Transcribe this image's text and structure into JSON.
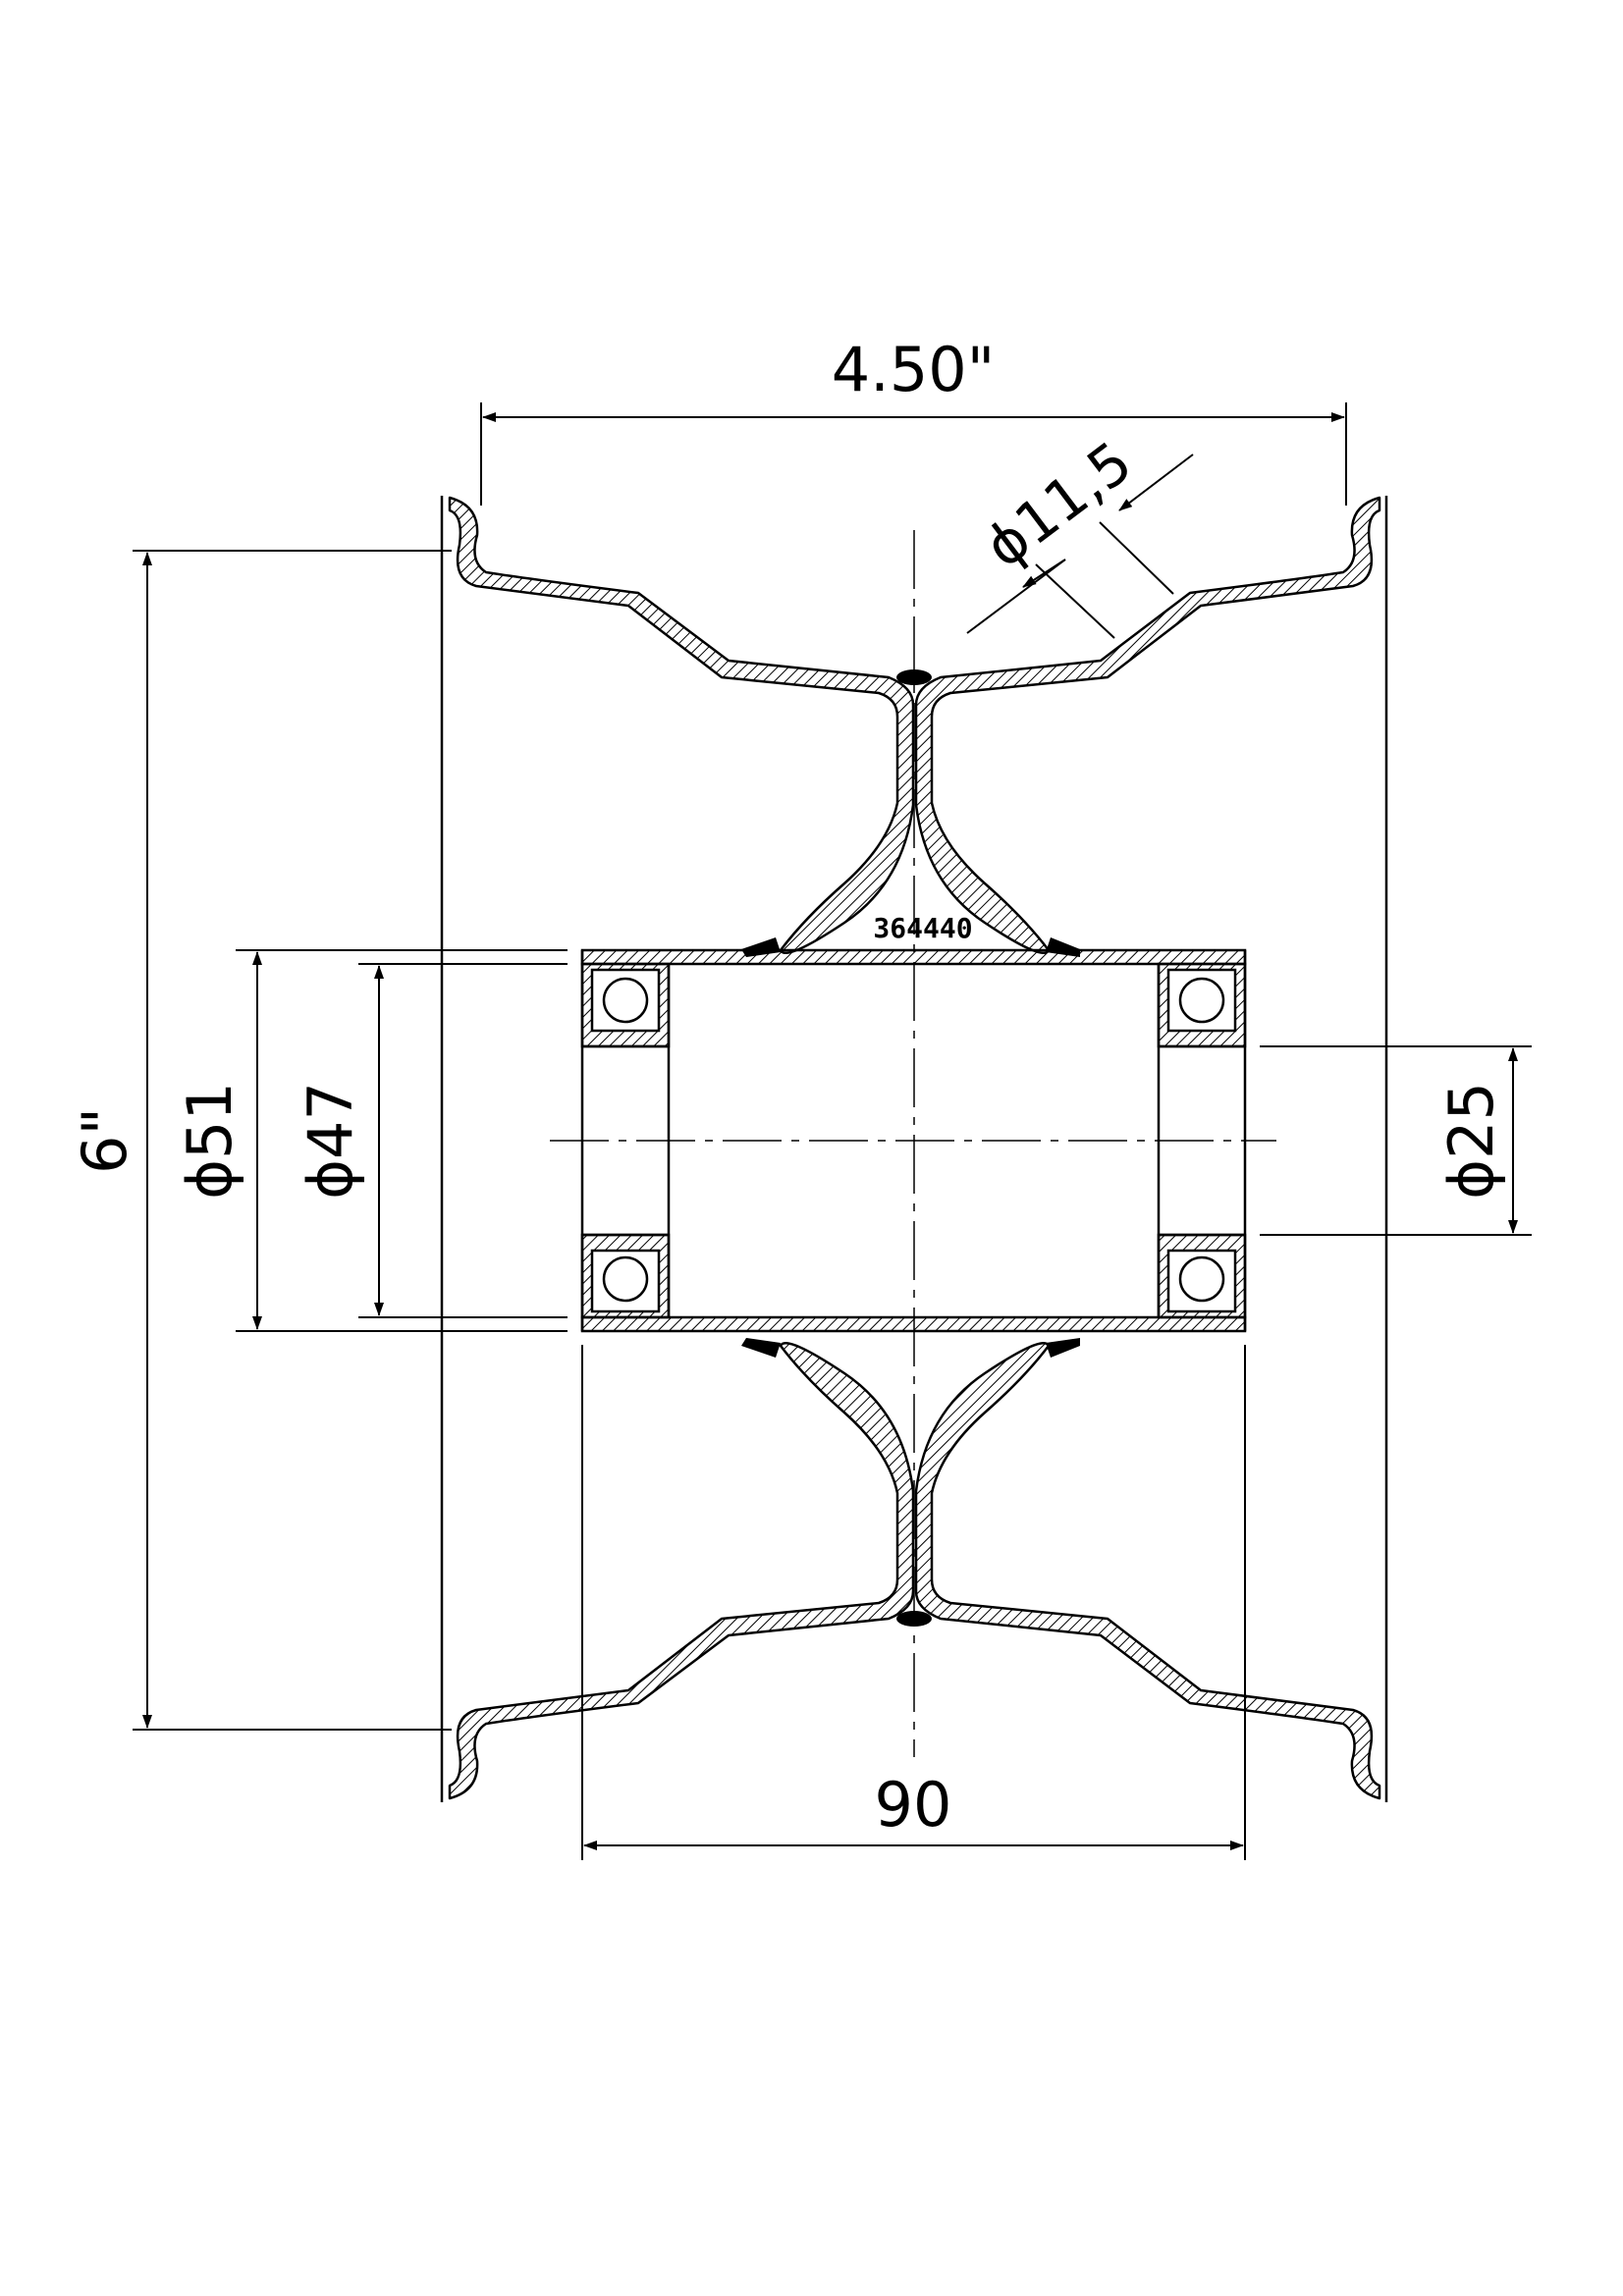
{
  "drawing": {
    "part_number": "364440",
    "dimensions": {
      "overall_width": "4.50\"",
      "rim_diameter": "6\"",
      "hub_length": "90",
      "bore_diameter": "ϕ25",
      "hub_outer_diameter": "ϕ51",
      "hub_inner_diameter": "ϕ47",
      "bolt_hole_diameter": "ϕ11,5"
    }
  }
}
